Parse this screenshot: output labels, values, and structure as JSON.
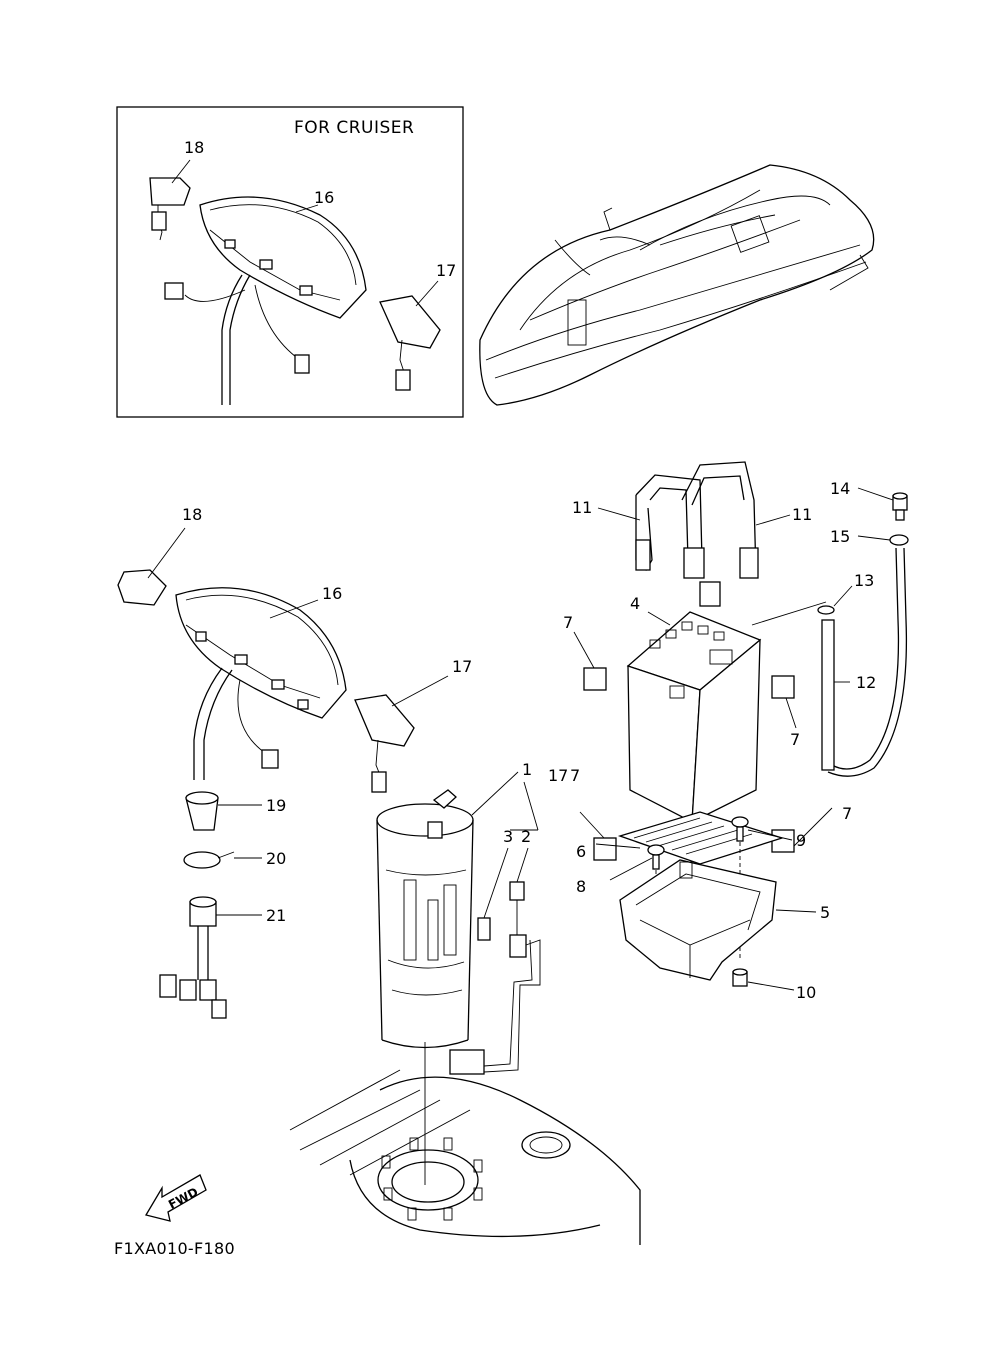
{
  "inset": {
    "title": "FOR CRUISER",
    "labels": {
      "p18": "18",
      "p16": "16",
      "p17": "17"
    }
  },
  "main_labels": {
    "p1": "1",
    "p2": "2",
    "p3": "3",
    "p4": "4",
    "p5": "5",
    "p6": "6",
    "p7a": "7",
    "p7b": "7",
    "p7c": "7",
    "p7d": "7",
    "p8": "8",
    "p9": "9",
    "p10": "10",
    "p11a": "11",
    "p11b": "11",
    "p12": "12",
    "p13": "13",
    "p14": "14",
    "p15": "15",
    "p16": "16",
    "p17a": "17",
    "p17b": "17",
    "p18": "18",
    "p19": "19",
    "p20": "20",
    "p21": "21"
  },
  "fwd_label": "FWD",
  "diagram_code": "F1XA010-F180"
}
